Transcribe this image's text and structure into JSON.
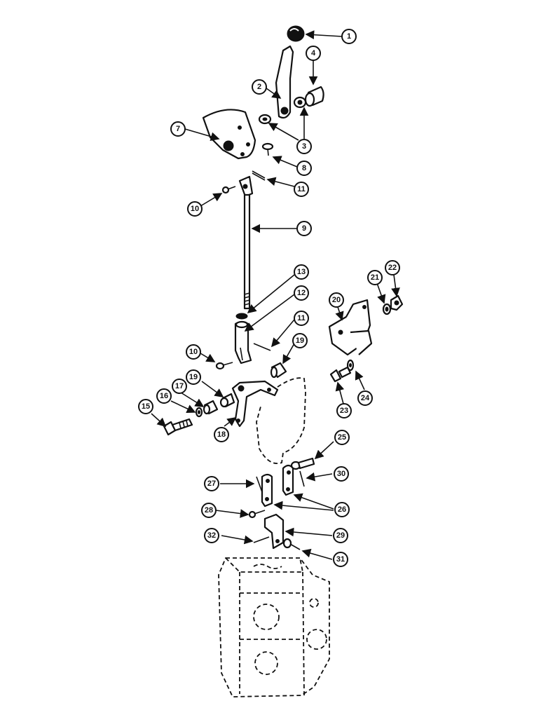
{
  "callouts": {
    "c1": "1",
    "c2": "2",
    "c3": "3",
    "c4": "4",
    "c7": "7",
    "c8": "8",
    "c9": "9",
    "c10a": "10",
    "c10b": "10",
    "c11a": "11",
    "c11b": "11",
    "c12": "12",
    "c13": "13",
    "c15": "15",
    "c16": "16",
    "c17": "17",
    "c18": "18",
    "c19a": "19",
    "c19b": "19",
    "c20": "20",
    "c21": "21",
    "c22": "22",
    "c23": "23",
    "c24": "24",
    "c25": "25",
    "c26": "26",
    "c27": "27",
    "c28": "28",
    "c29": "29",
    "c30": "30",
    "c31": "31",
    "c32": "32"
  }
}
